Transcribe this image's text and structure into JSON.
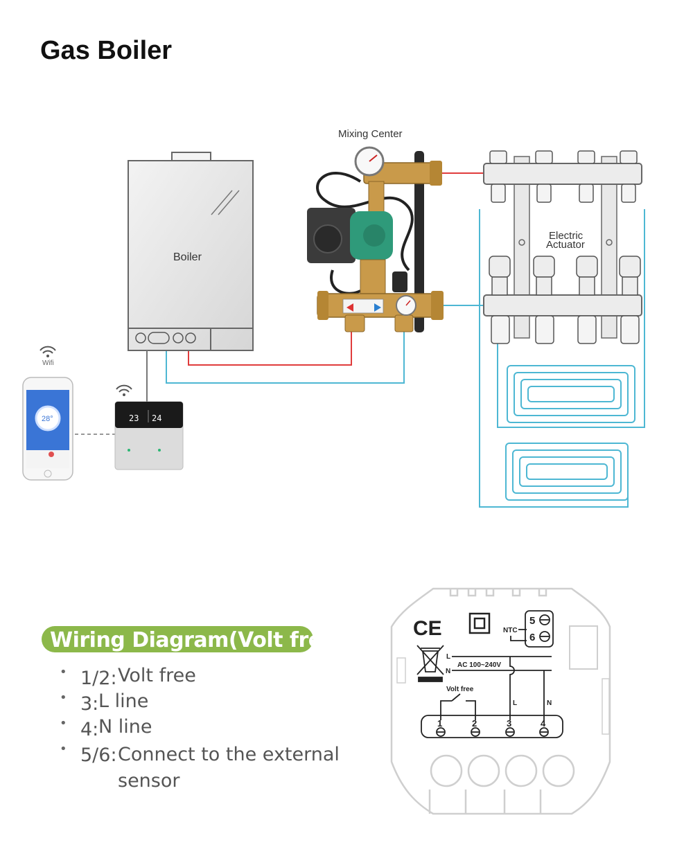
{
  "header": {
    "title": "Gas Boiler"
  },
  "system": {
    "mixing_center_label": "Mixing Center",
    "boiler_label": "Boiler",
    "actuator_label_line1": "Electric",
    "actuator_label_line2": "Actuator",
    "wifi_label": "Wifi",
    "phone_temp": "28°",
    "thermostat_temp_left": "23",
    "thermostat_temp_right": "24"
  },
  "wiring": {
    "heading": "Wiring Diagram(Volt free)",
    "items": [
      {
        "key": "1/2:",
        "value": "Volt free"
      },
      {
        "key": "3:",
        "value": "L line"
      },
      {
        "key": "4:",
        "value": "N line"
      },
      {
        "key": "5/6:",
        "value": "Connect to the external sensor"
      }
    ]
  },
  "schematic": {
    "ce": "CE",
    "ntc": "NTC",
    "sensor_terminals": [
      "5",
      "6"
    ],
    "line_l": "L",
    "line_n": "N",
    "ac_rating": "AC 100~240V",
    "volt_free": "Volt free",
    "l_tap": "L",
    "n_tap": "N",
    "terminals": [
      "1",
      "2",
      "3",
      "4"
    ]
  },
  "colors": {
    "hot_pipe": "#e03c3c",
    "cold_pipe": "#4db7d3",
    "badge": "#8cb84a",
    "pump": "#2f9a7a",
    "brass": "#c99a4a"
  }
}
